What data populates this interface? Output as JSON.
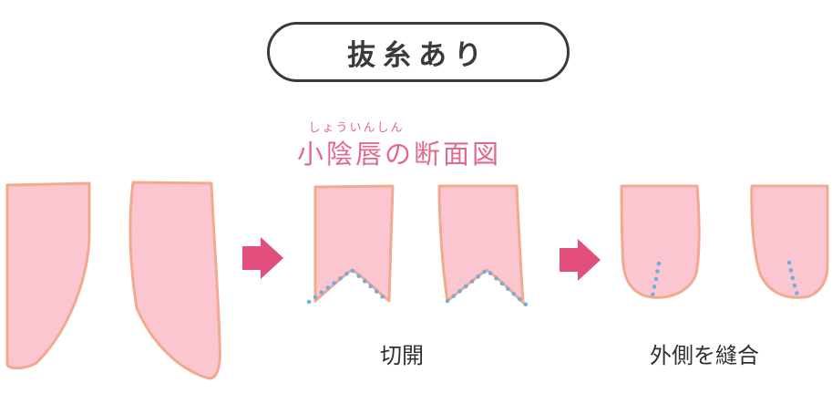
{
  "header": {
    "title": "抜糸あり"
  },
  "subtitle": {
    "ruby": "しょういんしん",
    "text": "小陰唇の断面図"
  },
  "captions": {
    "incision": "切開",
    "suture": "外側を縫合"
  },
  "colors": {
    "fill": "#fbc6cf",
    "outline": "#f3a98d",
    "arrow": "#e34f7d",
    "dots": "#74abe0",
    "accent_text": "#e06a8c",
    "pill_border": "#3a3a3a"
  }
}
